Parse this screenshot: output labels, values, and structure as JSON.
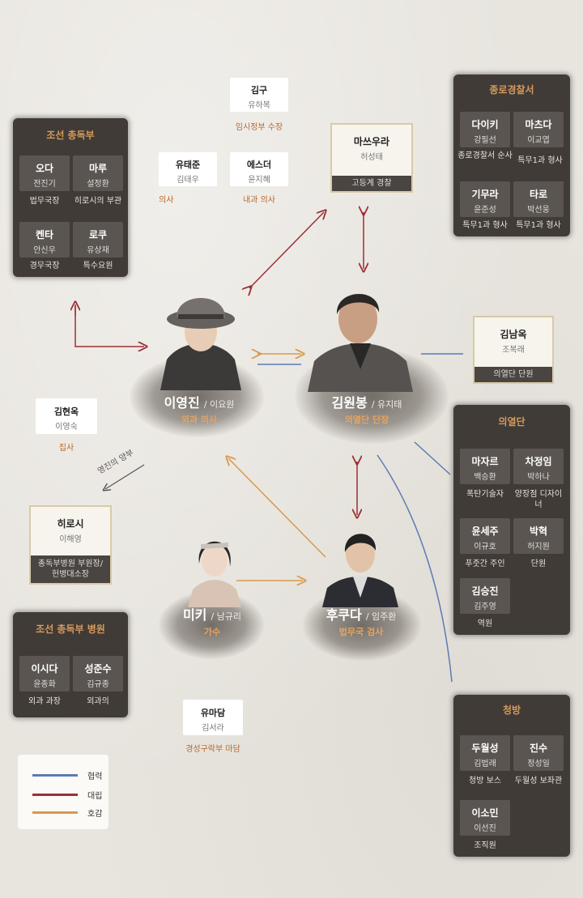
{
  "legend": {
    "items": [
      {
        "label": "협력",
        "color": "#5b7bb3"
      },
      {
        "label": "대립",
        "color": "#9c2f35"
      },
      {
        "label": "호감",
        "color": "#d9994d"
      }
    ]
  },
  "groups": {
    "governor": {
      "title": "조선 총독부",
      "members": [
        {
          "name": "오다",
          "actor": "전진기",
          "role": "법무국장"
        },
        {
          "name": "마루",
          "actor": "설정환",
          "role": "히로시의 부관"
        },
        {
          "name": "켄타",
          "actor": "안신우",
          "role": "경무국장"
        },
        {
          "name": "로쿠",
          "actor": "유상재",
          "role": "특수요원"
        }
      ]
    },
    "jongno": {
      "title": "종로경찰서",
      "members": [
        {
          "name": "다이키",
          "actor": "강필선",
          "role": "종로경찰서 순사"
        },
        {
          "name": "마츠다",
          "actor": "이교엽",
          "role": "특무1과 형사"
        },
        {
          "name": "기무라",
          "actor": "윤준성",
          "role": "특무1과 형사"
        },
        {
          "name": "타로",
          "actor": "박선웅",
          "role": "특무1과 형사"
        }
      ]
    },
    "uiyeol": {
      "title": "의열단",
      "members": [
        {
          "name": "마자르",
          "actor": "백승환",
          "role": "폭탄기술자"
        },
        {
          "name": "차정임",
          "actor": "박하나",
          "role": "양장점 디자이너"
        },
        {
          "name": "윤세주",
          "actor": "이규호",
          "role": "푸줏간 주인"
        },
        {
          "name": "박혁",
          "actor": "허지원",
          "role": "단원"
        },
        {
          "name": "김승진",
          "actor": "김주영",
          "role": "역원"
        }
      ]
    },
    "hospital": {
      "title": "조선 총독부 병원",
      "members": [
        {
          "name": "이시다",
          "actor": "윤종화",
          "role": "외과 과장"
        },
        {
          "name": "성준수",
          "actor": "김규종",
          "role": "외과의"
        }
      ]
    },
    "cheongbang": {
      "title": "청방",
      "members": [
        {
          "name": "두월성",
          "actor": "김법래",
          "role": "청방 보스"
        },
        {
          "name": "진수",
          "actor": "정성일",
          "role": "두월성 보좌관"
        },
        {
          "name": "이소민",
          "actor": "이선진",
          "role": "조직원"
        }
      ]
    }
  },
  "cards": {
    "kimgu": {
      "name": "김구",
      "actor": "유하복",
      "role": "임시정부 수장"
    },
    "yutaejun": {
      "name": "유태준",
      "actor": "김태우",
      "role": "의사"
    },
    "esther": {
      "name": "에스더",
      "actor": "윤지혜",
      "role": "내과 의사"
    },
    "kimhyunok": {
      "name": "김현옥",
      "actor": "이영숙",
      "role": "집사"
    },
    "yumadam": {
      "name": "유마담",
      "actor": "김서라",
      "role": "경성구락부 마담"
    }
  },
  "framed": {
    "masuura": {
      "name": "마쓰우라",
      "actor": "허성태",
      "role": "고등계 경찰"
    },
    "kimnamok": {
      "name": "김남옥",
      "actor": "조복래",
      "role": "의열단 단원"
    },
    "hiroshi": {
      "name": "히로시",
      "actor": "이해영",
      "role": "총독부병원 부원장/헌병대소장"
    }
  },
  "main": {
    "leeyoungjin": {
      "name": "이영진",
      "actor": "/ 이요원",
      "role": "외과 의사"
    },
    "kimwonbong": {
      "name": "김원봉",
      "actor": "/ 유지태",
      "role": "의열단 단장"
    },
    "miki": {
      "name": "미키",
      "actor": "/ 남규리",
      "role": "가수"
    },
    "fukuda": {
      "name": "후쿠다",
      "actor": "/ 임주환",
      "role": "법무국 검사"
    }
  },
  "stepfather_label": "영진의 양부"
}
